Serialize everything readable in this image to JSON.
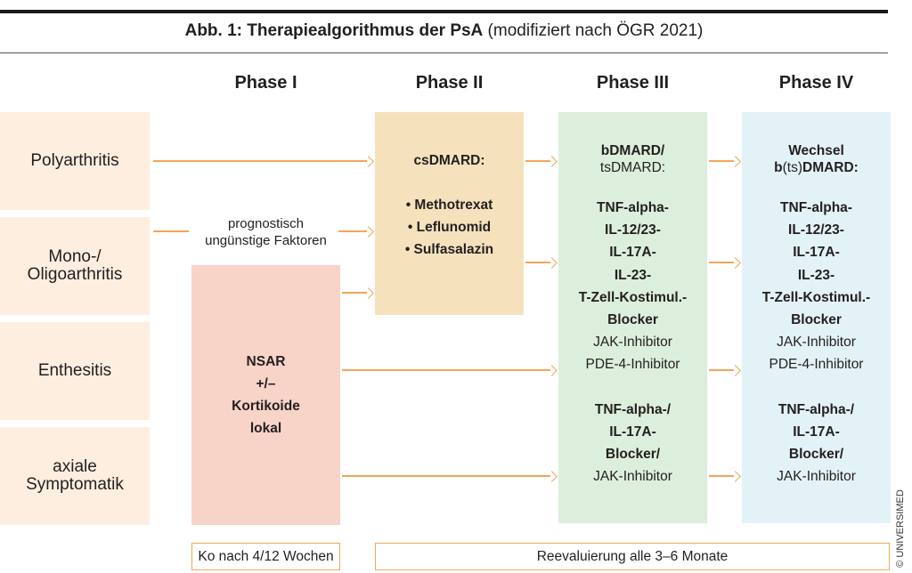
{
  "title": {
    "bold": "Abb. 1: Therapiealgorithmus der PsA",
    "normal": " (modifiziert nach ÖGR 2021)"
  },
  "phases": [
    "Phase I",
    "Phase II",
    "Phase III",
    "Phase IV"
  ],
  "rows": [
    "Polyarthritis",
    "Mono-/\nOligoarthritis",
    "Enthesitis",
    "axiale\nSymptomatik"
  ],
  "prognostic_label": "prognostisch\nungünstige Faktoren",
  "phase1_box": [
    "NSAR",
    "+/–",
    "Kortikoide",
    "lokal"
  ],
  "phase2_box": {
    "heading": "csDMARD:",
    "items": [
      "• Methotrexat",
      "• Leflunomid",
      "• Sulfasalazin"
    ]
  },
  "phase3_box": {
    "heading_bold": "bDMARD/",
    "heading_normal": "tsDMARD:",
    "group1_bold": [
      "TNF-alpha-",
      "IL-12/23-",
      "IL-17A-",
      "IL-23-",
      "T-Zell-Kostimul.-",
      "Blocker"
    ],
    "group1_normal": [
      "JAK-Inhibitor",
      "PDE-4-Inhibitor"
    ],
    "group2_bold": [
      "TNF-alpha-/",
      "IL-17A-",
      "Blocker/"
    ],
    "group2_normal": [
      "JAK-Inhibitor"
    ]
  },
  "phase4_box": {
    "heading_line1": "Wechsel",
    "heading_line2_prefix": "b",
    "heading_line2_paren": "(ts)",
    "heading_line2_suffix": "DMARD:",
    "group1_bold": [
      "TNF-alpha-",
      "IL-12/23-",
      "IL-17A-",
      "IL-23-",
      "T-Zell-Kostimul.-",
      "Blocker"
    ],
    "group1_normal": [
      "JAK-Inhibitor",
      "PDE-4-Inhibitor"
    ],
    "group2_bold": [
      "TNF-alpha-/",
      "IL-17A-",
      "Blocker/"
    ],
    "group2_normal": [
      "JAK-Inhibitor"
    ]
  },
  "footer": {
    "phase1": "Ko nach 4/12 Wochen",
    "reeval": "Reevaluierung alle 3–6 Monate"
  },
  "copyright": "© UNIVERSIMED",
  "colors": {
    "row_bg": "#fdeee0",
    "phase1_bg": "#f8d3c8",
    "phase2_bg": "#f5e2bd",
    "phase3_bg": "#dcefdc",
    "phase4_bg": "#e3f2f6",
    "arrow": "#f2a659"
  }
}
